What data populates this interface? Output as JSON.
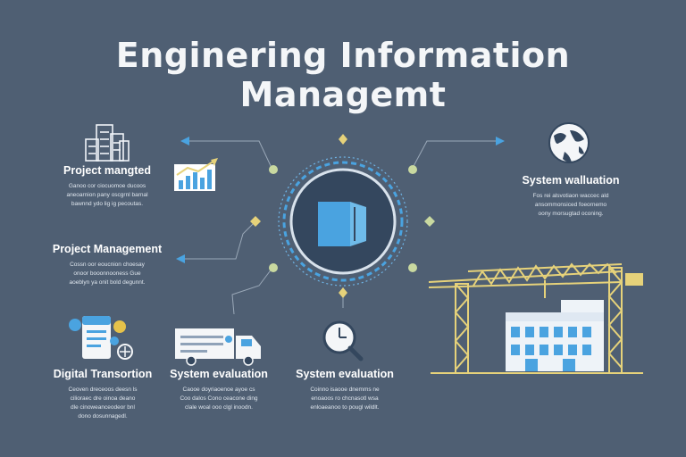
{
  "header": {
    "title_line1": "Enginering Information",
    "title_line2": "Managemt"
  },
  "blocks": [
    {
      "id": "project-mangted",
      "title": "Project mangted",
      "desc": [
        "Ganoo cor ciocuomoe ducoos",
        "aneoarnion pany oscgrnl barnal",
        "bawnnd ydo lig ig pecoutas."
      ]
    },
    {
      "id": "project-management",
      "title": "Project Management",
      "desc": [
        "Cossn oor eoucnion choesay",
        "onoor booonnooness Gue",
        "aoeblyn ya onit bold degunnt."
      ]
    },
    {
      "id": "system-waluation",
      "title": "System walluation",
      "desc": [
        "Fos rei alsvotiaon waccec ald",
        "ansommonsiced foeornemo",
        "oony morsugtad oconing."
      ]
    },
    {
      "id": "digital-transortion",
      "title": "Digital Transortion",
      "desc": [
        "Ceoven dreceoos deesn ls",
        "cilioraec dre oinoa deano",
        "dle cinoweanceodeor bnl",
        "dono dosunnagedl."
      ]
    },
    {
      "id": "system-evaluation-1",
      "title": "System evaluation",
      "desc": [
        "Caooe doyriaoenoe ayoe cs",
        "Coo dalos Cono ceacone ding",
        "clale woal ooo clgl inoodn."
      ]
    },
    {
      "id": "system-evaluation-2",
      "title": "System evaluation",
      "desc": [
        "Coinno isaooe dnemms ne",
        "enoaoos ro chcnasotl wsa",
        "enloaeanoo to pougl wildlt."
      ]
    }
  ],
  "palette": {
    "background": "#4f5f73",
    "accent_blue": "#4aa3e0",
    "accent_yellow": "#e6d27a",
    "connector": "#9aa8b8",
    "node_green": "#c9d9a0"
  },
  "icons": {
    "center": "document-tabs-icon",
    "project_mangted": "city-buildings-icon",
    "chart": "bar-chart-icon",
    "system_waluation": "globe-icon",
    "digital_transortion": "mobile-document-icon",
    "system_evaluation_1": "truck-icon",
    "system_evaluation_2": "clock-magnifier-icon",
    "crane_building": "construction-crane-icon"
  }
}
